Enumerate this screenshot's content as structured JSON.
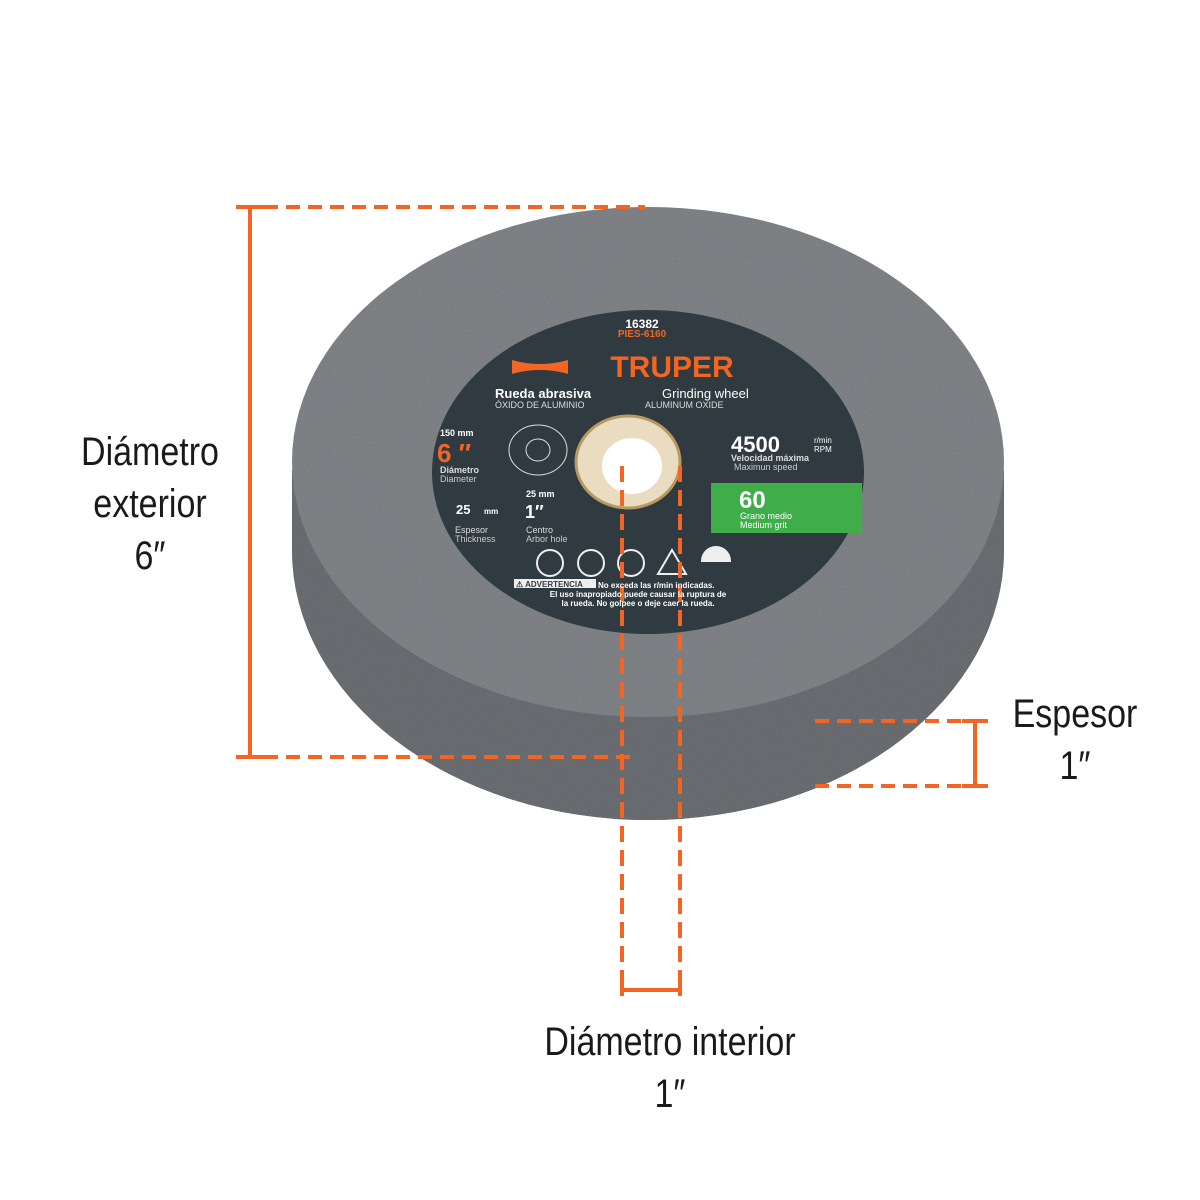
{
  "annotations": {
    "outer_diameter": {
      "label": "Diámetro exterior",
      "line1": "Diámetro",
      "line2": "exterior",
      "value": "6″"
    },
    "thickness": {
      "label": "Espesor",
      "value": "1″"
    },
    "inner_diameter": {
      "label": "Diámetro interior",
      "value": "1″"
    }
  },
  "colors": {
    "accent": "#f26522",
    "label_bg": "#2f3b40",
    "grit_green": "#3fae49",
    "stone": "#7d8084"
  },
  "product_label": {
    "code": "16382",
    "model": "PIES-6160",
    "brand": "TRUPER",
    "name_es": "Rueda abrasiva",
    "name_en": "Grinding wheel",
    "material_es": "ÓXIDO DE ALUMINIO",
    "material_en": "ALUMINUM OXIDE",
    "diameter_mm": "150 mm",
    "diameter_in": "6 ″",
    "diameter_es": "Diámetro",
    "diameter_en": "Diameter",
    "thickness_mm": "25",
    "thickness_unit": "mm",
    "thickness_es": "Espesor",
    "thickness_en": "Thickness",
    "arbor_mm": "25 mm",
    "arbor_in": "1″",
    "arbor_es": "Centro",
    "arbor_en": "Arbor hole",
    "speed": "4500",
    "speed_unit1": "r/min",
    "speed_unit2": "RPM",
    "speed_es": "Velocidad máxima",
    "speed_en": "Maximun speed",
    "grit": "60",
    "grit_es": "Grano medio",
    "grit_en": "Medium grit",
    "warning_tag": "⚠ ADVERTENCIA",
    "warning_line1": "No exceda las r/min indicadas.",
    "warning_line2": "El uso inapropiado puede causar la ruptura de",
    "warning_line3": "la rueda. No golpee o deje caer la rueda.",
    "safety_icons": [
      "gloves-icon",
      "ear-eye-protection-icon",
      "face-mask-icon",
      "warning-triangle-icon",
      "wheel-guard-icon"
    ]
  }
}
